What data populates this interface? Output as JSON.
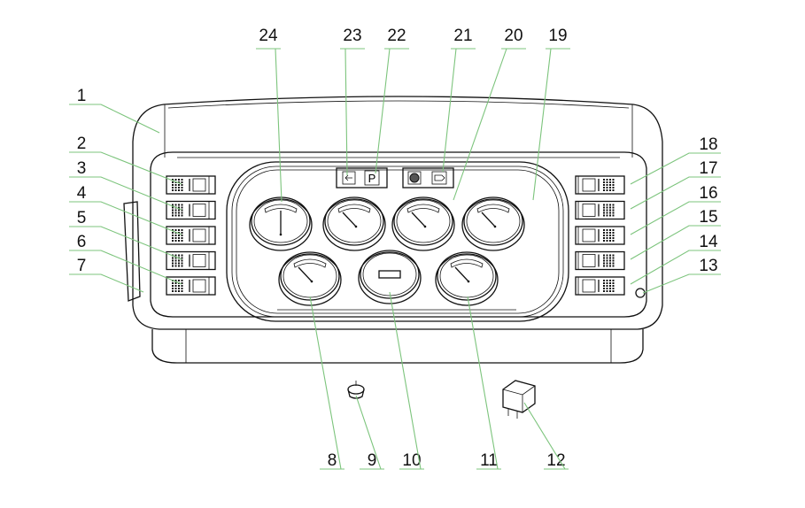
{
  "title": "Instrument panel assembly callouts",
  "callouts": [
    "1",
    "2",
    "3",
    "4",
    "5",
    "6",
    "7",
    "8",
    "9",
    "10",
    "11",
    "12",
    "13",
    "14",
    "15",
    "16",
    "17",
    "18",
    "19",
    "20",
    "21",
    "22",
    "23",
    "24"
  ],
  "indicator_labels": {
    "parking": "P"
  },
  "colors": {
    "leader": "#7cc47c",
    "line": "#111111"
  }
}
